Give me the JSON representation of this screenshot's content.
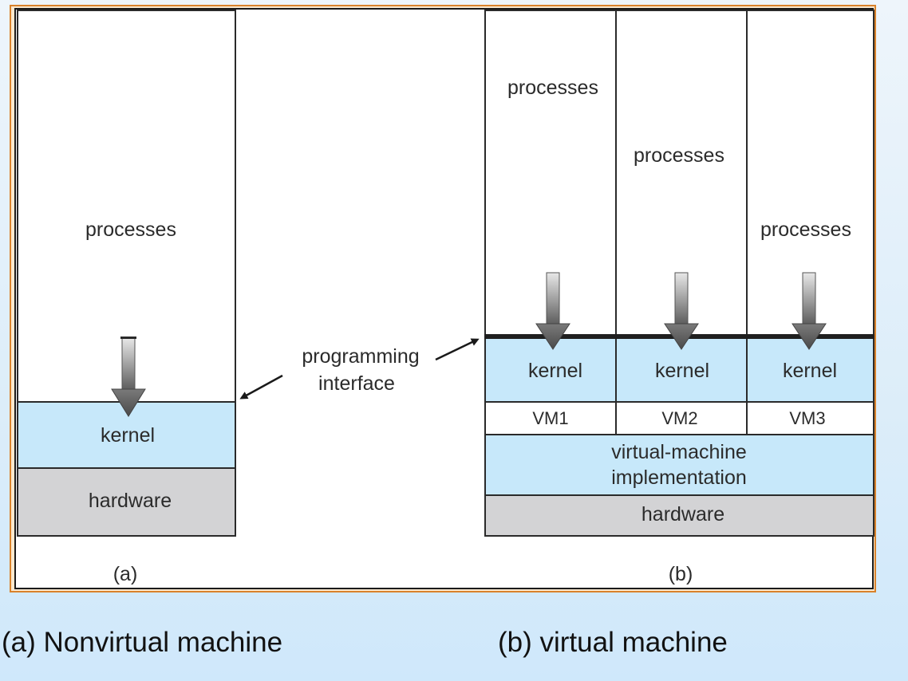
{
  "diagram_a": {
    "processes_label": "processes",
    "kernel_label": "kernel",
    "hardware_label": "hardware",
    "panel_label": "(a)"
  },
  "diagram_b": {
    "processes": [
      "processes",
      "processes",
      "processes"
    ],
    "kernels": [
      "kernel",
      "kernel",
      "kernel"
    ],
    "vms": [
      "VM1",
      "VM2",
      "VM3"
    ],
    "vm_impl_line1": "virtual-machine",
    "vm_impl_line2": "implementation",
    "hardware_label": "hardware",
    "panel_label": "(b)"
  },
  "programming_interface": {
    "line1": "programming",
    "line2": "interface"
  },
  "captions": {
    "left": "(a) Nonvirtual machine",
    "right": "(b) virtual machine"
  },
  "colors": {
    "kernel_fill": "#c7e8fa",
    "hardware_fill": "#d3d3d5",
    "frame_orange": "#d9822b"
  }
}
